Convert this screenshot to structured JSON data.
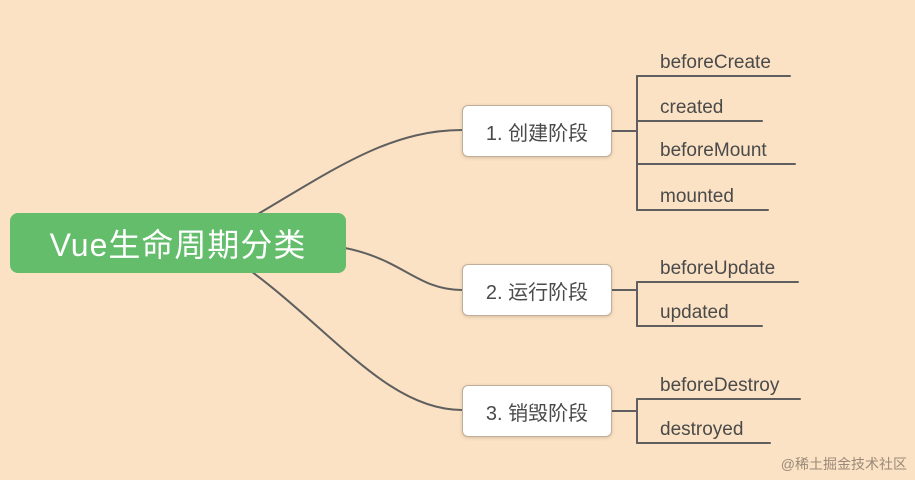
{
  "title": "Vue生命周期分类",
  "colors": {
    "background": "#fbe2c4",
    "root_fill": "#63bd6a",
    "root_text": "#ffffff",
    "edge": "#5f5f5f",
    "node_text": "#4a4a4a",
    "node_border": "#bfae9a",
    "watermark": "#9a8878"
  },
  "root": {
    "label": "Vue生命周期分类"
  },
  "branches": [
    {
      "label": "1. 创建阶段",
      "children": [
        "beforeCreate",
        "created",
        "beforeMount",
        "mounted"
      ]
    },
    {
      "label": "2. 运行阶段",
      "children": [
        "beforeUpdate",
        "updated"
      ]
    },
    {
      "label": "3. 销毁阶段",
      "children": [
        "beforeDestroy",
        "destroyed"
      ]
    }
  ],
  "watermark": "@稀土掘金技术社区"
}
